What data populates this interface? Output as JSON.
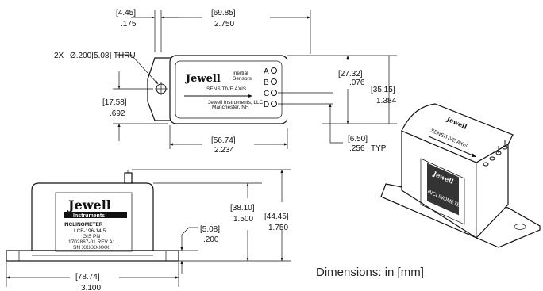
{
  "top_view": {
    "dim_hole_offset": {
      "mm": "[4.45]",
      "in": ".175"
    },
    "dim_hole_spacing": {
      "mm": "[69.85]",
      "in": "2.750"
    },
    "hole_callout": {
      "qty": "2X",
      "dia": "Ø.200[5.08] THRU"
    },
    "dim_hole_height": {
      "mm": "[17.58]",
      "in": ".692"
    },
    "dim_body_length": {
      "mm": "[56.74]",
      "in": "2.234"
    },
    "dim_body_height": {
      "mm": "[27.32]",
      "in": ".076"
    },
    "dim_flange_height": {
      "mm": "[35.15]",
      "in": "1.384"
    },
    "dim_pin_pitch": {
      "mm": "[6.50]",
      "in": ".256",
      "suffix": "TYP"
    },
    "pins": [
      "A",
      "B",
      "C",
      "D"
    ],
    "label": {
      "brand": "Jewell",
      "line1": "Inertial",
      "line2": "Sensors",
      "axis": "SENSITIVE AXIS",
      "addr1": "Jewell Instruments, LLC",
      "addr2": "Manchester, NH"
    }
  },
  "front_view": {
    "label": {
      "brand": "Jewell",
      "sub": "Instruments",
      "model": "INCLINOMETER",
      "line1": "LCF-196-14.5",
      "line2": "GIS PN",
      "line3": "1702867-01 REV A1",
      "line4": "SN XXXXXXXX"
    },
    "dim_body_height": {
      "mm": "[38.10]",
      "in": "1.500"
    },
    "dim_total_height": {
      "mm": "[44.45]",
      "in": "1.750"
    },
    "dim_flange_thickness": {
      "mm": "[5.08]",
      "in": ".200"
    },
    "dim_base_length": {
      "mm": "[78.74]",
      "in": "3.100"
    }
  },
  "iso_view": {
    "brand": "Jewell",
    "label_line": "INCLINOMETER",
    "axis_text": "SENSITIVE AXIS"
  },
  "units_note": "Dimensions: in [mm]"
}
